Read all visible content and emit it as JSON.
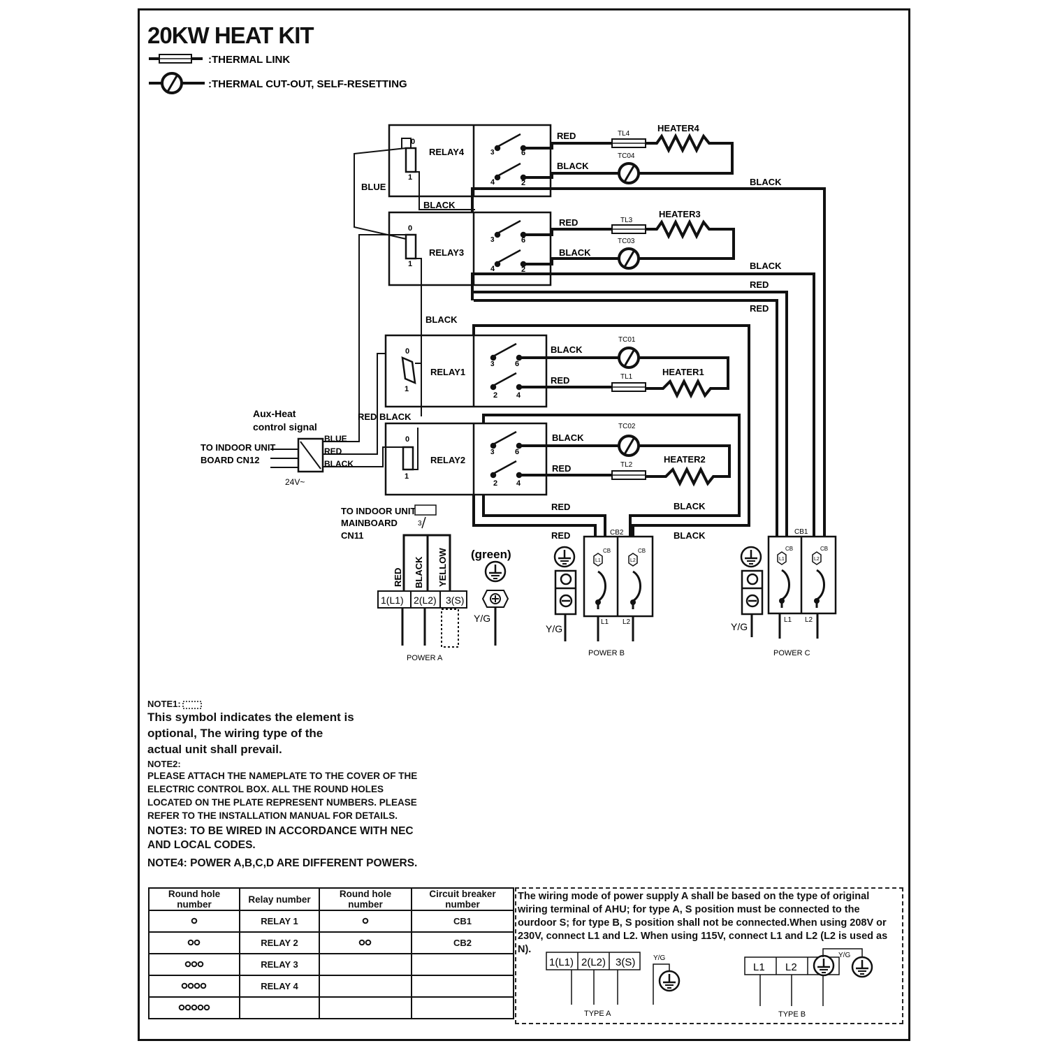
{
  "title": "20KW HEAT KIT",
  "legend": {
    "thermal_link": ":THERMAL LINK",
    "thermal_cutout": ":THERMAL CUT-OUT, SELF-RESETTING"
  },
  "relays": {
    "relay4": "RELAY4",
    "relay3": "RELAY3",
    "relay1": "RELAY1",
    "relay2": "RELAY2",
    "coil_top": "0",
    "coil_bottom": "1",
    "contact_3": "3",
    "contact_6": "6",
    "contact_4": "4",
    "contact_2": "2",
    "contact_1": "1"
  },
  "heaters": {
    "heater4": "HEATER4",
    "heater3": "HEATER3",
    "heater1": "HEATER1",
    "heater2": "HEATER2",
    "tl4": "TL4",
    "tc04": "TC04",
    "tl3": "TL3",
    "tc03": "TC03",
    "tc01": "TC01",
    "tl1": "TL1",
    "tc02": "TC02",
    "tl2": "TL2"
  },
  "wires": {
    "red": "RED",
    "black": "BLACK",
    "blue": "BLUE",
    "yellow": "YELLOW",
    "red_black": "RED BLACK"
  },
  "control": {
    "aux_line1": "Aux-Heat",
    "aux_line2": "control signal",
    "to_indoor_line1": "TO INDOOR UNIT",
    "to_indoor_line2": "BOARD CN12",
    "voltage": "24V~",
    "mainboard_line1": "TO INDOOR UNIT",
    "mainboard_line2": "MAINBOARD",
    "mainboard_line3": "CN11",
    "mainboard_pin": "3"
  },
  "power": {
    "power_a": "POWER  A",
    "power_b": "POWER  B",
    "power_c": "POWER  C",
    "terminal_1": "1(L1)",
    "terminal_2": "2(L2)",
    "terminal_3": "3(S)",
    "green": "(green)",
    "yg": "Y/G",
    "cb1": "CB1",
    "cb2": "CB2",
    "cb": "CB",
    "l1": "L1",
    "l2": "L2"
  },
  "notes": {
    "note1_head": "NOTE1:",
    "note1_body": "This symbol indicates the element is optional, The wiring type of the actual unit shall prevail.",
    "note2_head": "NOTE2:",
    "note2_body": "PLEASE ATTACH THE NAMEPLATE TO THE COVER OF THE ELECTRIC CONTROL BOX. ALL THE ROUND HOLES LOCATED ON THE PLATE REPRESENT NUMBERS. PLEASE REFER TO THE INSTALLATION MANUAL FOR DETAILS.",
    "note3": "NOTE3: TO BE WIRED IN ACCORDANCE WITH NEC AND LOCAL CODES.",
    "note4": "NOTE4: POWER A,B,C,D ARE DIFFERENT POWERS."
  },
  "table": {
    "headers": [
      "Round hole number",
      "Relay  number",
      "Round hole number",
      "Circuit breaker number"
    ],
    "rows": [
      {
        "holes": 1,
        "relay": "RELAY 1",
        "holes2": 1,
        "breaker": "CB1"
      },
      {
        "holes": 2,
        "relay": "RELAY 2",
        "holes2": 2,
        "breaker": "CB2"
      },
      {
        "holes": 3,
        "relay": "RELAY 3",
        "holes2": 0,
        "breaker": ""
      },
      {
        "holes": 4,
        "relay": "RELAY 4",
        "holes2": 0,
        "breaker": ""
      },
      {
        "holes": 5,
        "relay": "",
        "holes2": 0,
        "breaker": ""
      }
    ]
  },
  "wiring_mode": {
    "text": "The wiring mode of power supply A shall be based on the type of original wiring terminal of AHU; for type A, S position must be connected to the ourdoor S; for type B, S position shall not be connected.When using 208V or 230V, connect L1 and L2. When using 115V, connect L1 and L2 (L2 is used as N).",
    "type_a": "TYPE A",
    "type_b": "TYPE B",
    "terminal_1": "1(L1)",
    "terminal_2": "2(L2)",
    "terminal_3": "3(S)",
    "l1": "L1",
    "l2": "L2",
    "yg": "Y/G"
  }
}
